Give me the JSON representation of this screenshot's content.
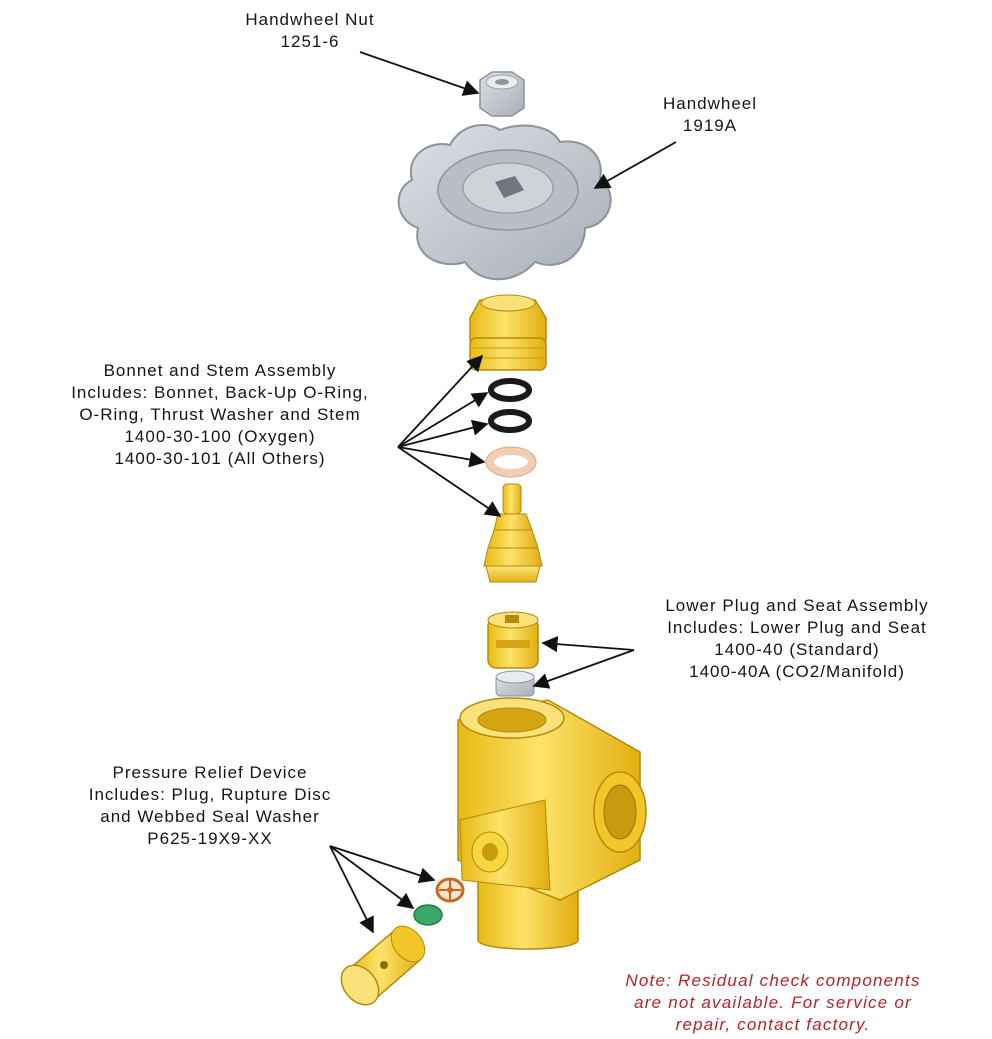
{
  "callouts": {
    "handwheel_nut": {
      "name": "Handwheel Nut",
      "part": "1251-6"
    },
    "handwheel": {
      "name": "Handwheel",
      "part": "1919A"
    },
    "bonnet_stem": {
      "lines": [
        "Bonnet and Stem Assembly",
        "Includes: Bonnet, Back-Up O-Ring,",
        "O-Ring, Thrust Washer and Stem",
        "1400-30-100 (Oxygen)",
        "1400-30-101 (All Others)"
      ]
    },
    "lower_plug": {
      "lines": [
        "Lower Plug and Seat Assembly",
        "Includes: Lower Plug and Seat",
        "1400-40 (Standard)",
        "1400-40A (CO2/Manifold)"
      ]
    },
    "pressure_relief": {
      "lines": [
        "Pressure Relief Device",
        "Includes: Plug, Rupture Disc",
        "and Webbed Seal Washer",
        "P625-19X9-XX"
      ]
    }
  },
  "note": {
    "lines": [
      "Note: Residual check components",
      "are not available. For service or",
      "repair, contact factory."
    ]
  },
  "colors": {
    "brass_yellow": "#f4d23a",
    "handwheel_gray": "#c8ccd1",
    "oring_black": "#1a1a1a",
    "thrust_washer": "#f2cdb4",
    "seal_green": "#3aa86a",
    "rupture_disc": "#c8691c",
    "note_red": "#b8232a"
  }
}
